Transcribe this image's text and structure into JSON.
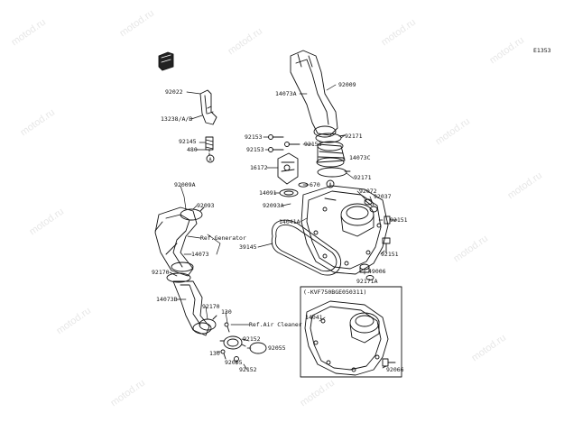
{
  "diagram_id": "E1353",
  "watermark": "motod.ru",
  "circle_marker": "A",
  "labels": {
    "p92009": "92009",
    "p14073A": "14073A",
    "p92022": "92022",
    "p13238": "13238/A/B",
    "p92145": "92145",
    "p480": "480",
    "p92153a": "92153",
    "p92153b": "92153",
    "p92153c": "92153",
    "p92171a": "92171",
    "p14073C": "14073C",
    "p16172": "16172",
    "p92171b": "92171",
    "p14091": "14091",
    "p670": "670",
    "p92072": "92072",
    "p92037": "92037",
    "p92009A": "92009A",
    "p92093": "92093",
    "p92093A": "92093A",
    "p14041A": "14041A",
    "p92151a": "92151",
    "p39145": "39145",
    "p92151b": "92151",
    "p49006": "49006",
    "p92171A": "92171A",
    "refGen": "Ref.Generator",
    "p14073": "14073",
    "p92170a": "92170",
    "p14073B": "14073B",
    "p92170b": "92170",
    "p130a": "130",
    "refAir": "Ref.Air Cleaner",
    "p92152a": "92152",
    "p92055": "92055",
    "p130b": "130",
    "p92005": "92005",
    "p92152b": "92152",
    "p14041": "14041",
    "p92066": "92066",
    "inset_note": "(-KVF750BGE050311)"
  }
}
